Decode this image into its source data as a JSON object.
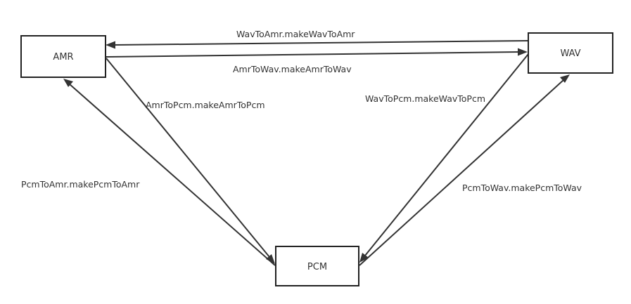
{
  "nodes": {
    "amr": {
      "label": "AMR"
    },
    "wav": {
      "label": "WAV"
    },
    "pcm": {
      "label": "PCM"
    }
  },
  "edges": {
    "wav_to_amr": {
      "label": "WavToAmr.makeWavToAmr"
    },
    "amr_to_wav": {
      "label": "AmrToWav.makeAmrToWav"
    },
    "amr_to_pcm": {
      "label": "AmrToPcm.makeAmrToPcm"
    },
    "wav_to_pcm": {
      "label": "WavToPcm.makeWavToPcm"
    },
    "pcm_to_amr": {
      "label": "PcmToAmr.makePcmToAmr"
    },
    "pcm_to_wav": {
      "label": "PcmToWav.makePcmToWav"
    }
  },
  "colors": {
    "line": "#333333",
    "box_border": "#222222",
    "text": "#333333",
    "background": "#ffffff"
  }
}
